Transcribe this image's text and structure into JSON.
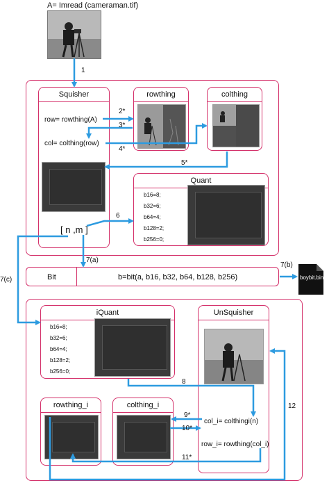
{
  "header": {
    "code": "A= Imread (cameraman.tif)"
  },
  "squisher": {
    "title": "Squisher",
    "row_line": "row= rowthing(A)",
    "col_line": "col= colthing(row)",
    "nm": "[ n ,m ]"
  },
  "rowthing": {
    "title": "rowthing"
  },
  "colthing": {
    "title": "colthing"
  },
  "quant": {
    "title": "Quant",
    "lines": [
      "b16=8;",
      "b32=6;",
      "b64=4;",
      "b128=2;",
      "b256=0;"
    ]
  },
  "bit": {
    "title": "Bit",
    "formula": "b=bit(a, b16, b32, b64, b128, b256)"
  },
  "file": {
    "name": "boybit.bin"
  },
  "iquant": {
    "title": "iQuant",
    "lines": [
      "b16=8;",
      "b32=6;",
      "b64=4;",
      "b128=2;",
      "b256=0;"
    ]
  },
  "unsquisher": {
    "title": "UnSquisher",
    "col_line": "col_i= colthingi(n)",
    "row_line": "row_i= rowthing(col_i)"
  },
  "rowthing_i": {
    "title": "rowthing_i"
  },
  "colthing_i": {
    "title": "colthing_i"
  },
  "steps": {
    "s1": "1",
    "s2": "2*",
    "s3": "3*",
    "s4": "4*",
    "s5": "5*",
    "s6": "6",
    "s7a": "7(a)",
    "s7b": "7(b)",
    "s7c": "7(c)",
    "s8": "8",
    "s9": "9*",
    "s10": "10*",
    "s11": "11*",
    "s12": "12"
  },
  "colors": {
    "box_border": "#d4306a",
    "arrow": "#2d9be0"
  }
}
